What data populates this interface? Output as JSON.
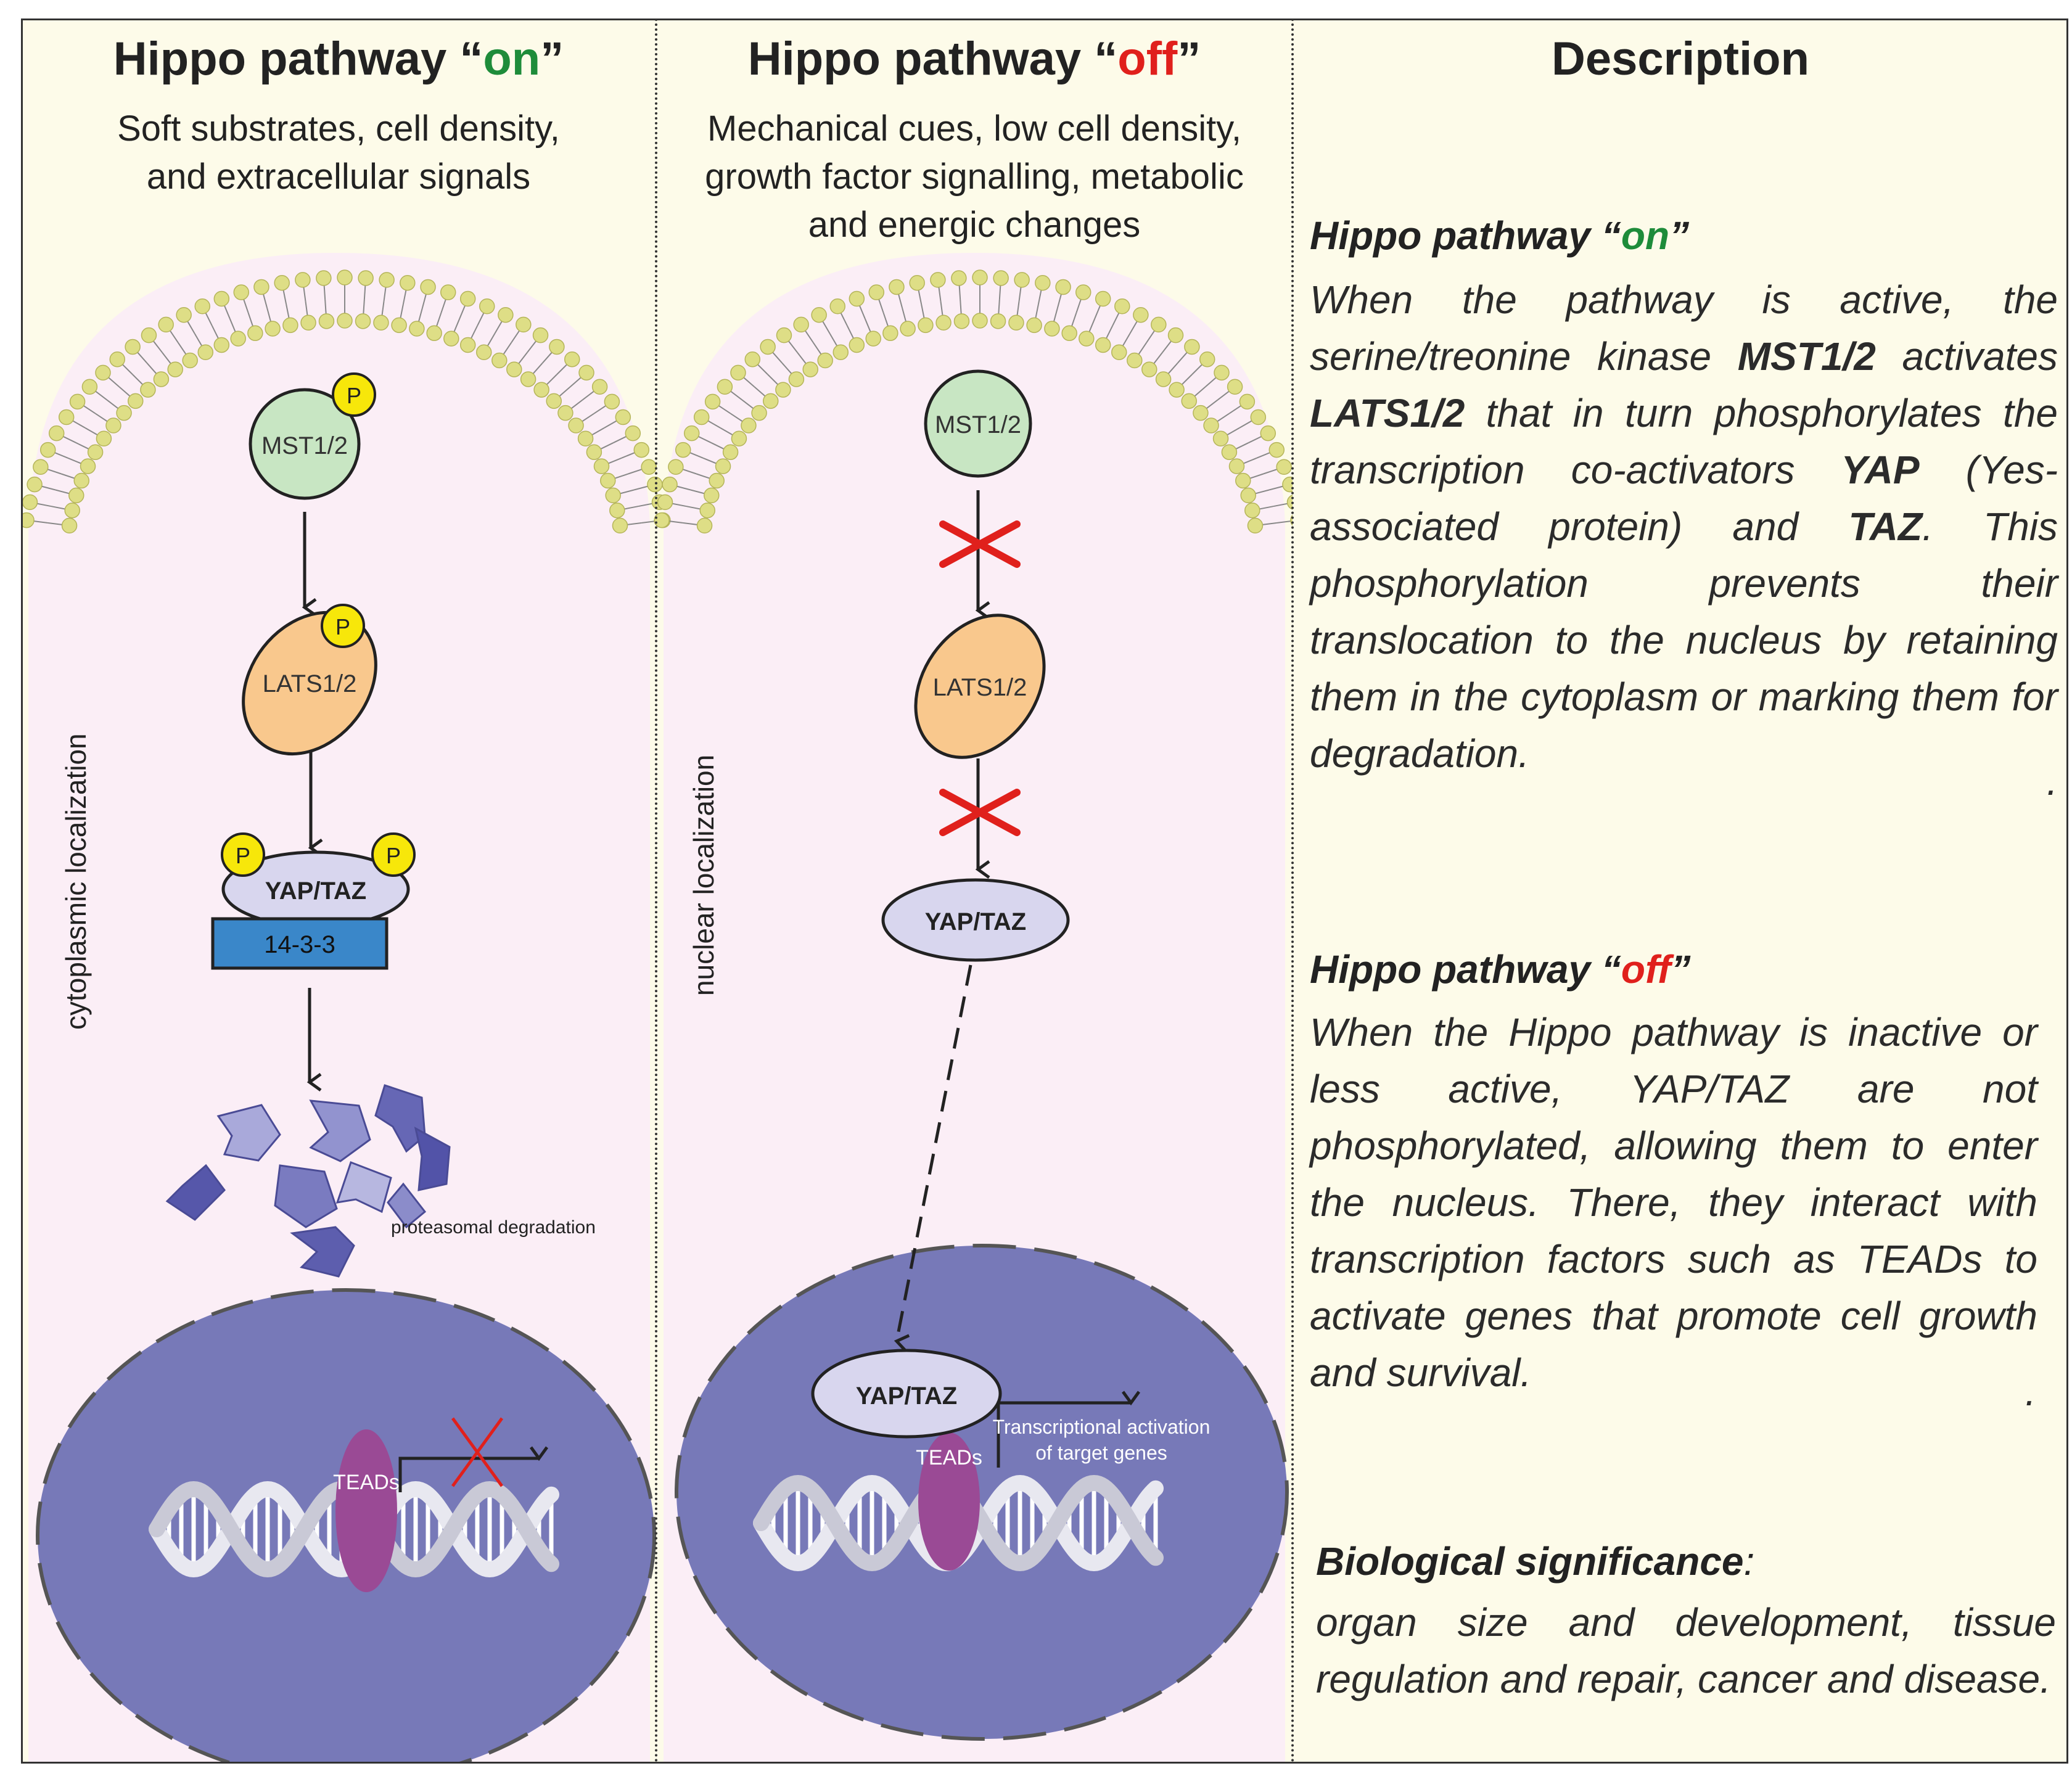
{
  "panels": {
    "on": {
      "title_prefix": "Hippo pathway “",
      "title_state": "on",
      "title_suffix": "”",
      "subtitle_line1": "Soft substrates, cell density,",
      "subtitle_line2": "and extracellular signals",
      "side_label": "cytoplasmic localization",
      "mst": "MST1/2",
      "lats": "LATS1/2",
      "yaptaz": "YAP/TAZ",
      "binder": "14-3-3",
      "phospho": "P",
      "degradation": "proteasomal degradation",
      "teads": "TEADs"
    },
    "off": {
      "title_prefix": "Hippo pathway “",
      "title_state": "off",
      "title_suffix": "”",
      "subtitle_line1": "Mechanical cues, low cell density,",
      "subtitle_line2": "growth factor signalling, metabolic",
      "subtitle_line3": "and energic changes",
      "side_label": "nuclear localization",
      "mst": "MST1/2",
      "lats": "LATS1/2",
      "yaptaz": "YAP/TAZ",
      "yaptaz_nucleus": "YAP/TAZ",
      "teads": "TEADs",
      "activation_line1": "Transcriptional activation",
      "activation_line2": "of target genes"
    }
  },
  "description": {
    "title": "Description",
    "on_heading_prefix": "Hippo pathway “",
    "on_heading_state": "on",
    "on_heading_suffix": "”",
    "on_text": {
      "t1": "When the pathway is active, the serine/treonine kinase ",
      "b1": "MST1/2",
      "t2": " activates ",
      "b2": "LATS1/2",
      "t3": " that in turn phosphorylates the transcription co-activators ",
      "b3": "YAP",
      "t4": " (Yes-associated protein) and ",
      "b4": "TAZ",
      "t5": ". This phosphorylation prevents their translocation to the nucleus by retaining them in the cytoplasm or marking them for degradation.",
      "end": "."
    },
    "off_heading_prefix": "Hippo pathway “",
    "off_heading_state": "off",
    "off_heading_suffix": "”",
    "off_text": "When the Hippo pathway is inactive or less active, YAP/TAZ are not phosphorylated, allowing them to enter the nucleus. There, they interact with transcription factors such as TEADs to activate genes that promote cell growth and survival.",
    "off_end": ".",
    "significance_heading": "Biological significance",
    "significance_colon": ":",
    "significance_text": "organ size and development, tissue regulation and repair, cancer and disease."
  },
  "colors": {
    "on": "#1e8c3a",
    "off": "#e0201c",
    "panel_bg": "#fdfbe9",
    "cell_bg": "#fbeef6",
    "nucleus": "#7779b8",
    "mst": "#c8e6c3",
    "lats": "#f9c88d",
    "yaptaz": "#d8d6ee",
    "binder": "#3a87c9",
    "phospho": "#f7e70a",
    "teads": "#9a4a95",
    "lipid": "#dede86"
  }
}
